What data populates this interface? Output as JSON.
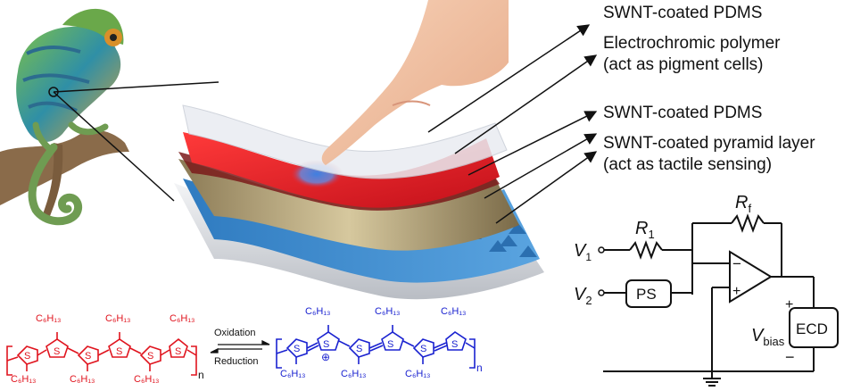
{
  "layer_labels": [
    "SWNT-coated PDMS",
    "Electrochromic polymer",
    "(act as pigment cells)",
    "SWNT-coated PDMS",
    "SWNT-coated pyramid layer",
    "(act as tactile sensing)"
  ],
  "circuit": {
    "v1": "V",
    "v1_sub": "1",
    "v2": "V",
    "v2_sub": "2",
    "r1": "R",
    "r1_sub": "1",
    "rf": "R",
    "rf_sub": "f",
    "ps_label": "PS",
    "ecd_label": "ECD",
    "vbias": "V",
    "vbias_sub": "bias",
    "minus_input": "−",
    "plus_input": "+",
    "plus_output": "+",
    "minus_output": "−"
  },
  "reaction": {
    "oxidation": "Oxidation",
    "reduction": "Reduction",
    "hexyl": "C₆H₁₃",
    "sulfur": "S",
    "n": "n",
    "charge": "⊕",
    "reduced_color": "#e0141e",
    "oxidized_color": "#1a22d0"
  },
  "colors": {
    "polymer_red": "#e8232c",
    "sensor_gold": "#b5a37a",
    "pyramid_blue": "#3a86c8",
    "touch_blue": "#3f7fe0",
    "leader_line": "#111111"
  },
  "icons": [
    "chameleon-icon",
    "hand-icon"
  ]
}
